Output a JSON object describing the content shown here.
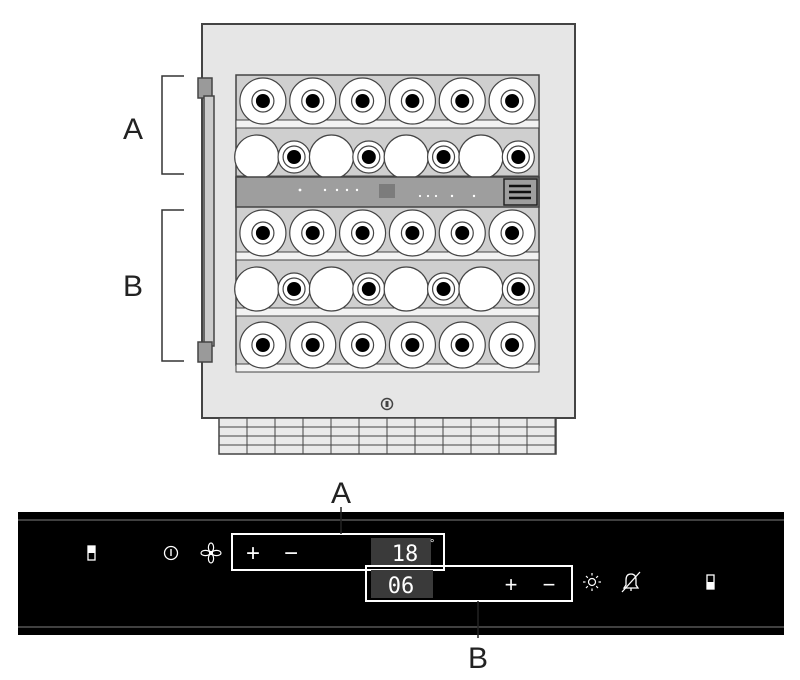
{
  "cabinet": {
    "zone_labels": {
      "upper": "A",
      "lower": "B"
    },
    "shelves": [
      {
        "pattern": "full",
        "count": 6
      },
      {
        "pattern": "alternating",
        "count": 8
      },
      {
        "pattern": "full",
        "count": 6
      },
      {
        "pattern": "alternating",
        "count": 8
      },
      {
        "pattern": "full",
        "count": 6
      }
    ]
  },
  "panel": {
    "callouts": {
      "top": "A",
      "bottom": "B"
    },
    "zone_a": {
      "plus": "+",
      "minus": "−",
      "temperature": "18",
      "unit": "°"
    },
    "zone_b": {
      "temperature": "06",
      "plus": "+",
      "minus": "−"
    },
    "icons": [
      "zone-left-icon",
      "power-icon",
      "fan-icon",
      "light-icon",
      "alarm-off-icon",
      "zone-right-icon"
    ]
  },
  "colors": {
    "outline": "#444444",
    "cabinet_face": "#e6e6e6",
    "shelf_area": "#cfcfcf",
    "panel_bg": "#000000",
    "lcd_bg": "#3a3a3a"
  }
}
